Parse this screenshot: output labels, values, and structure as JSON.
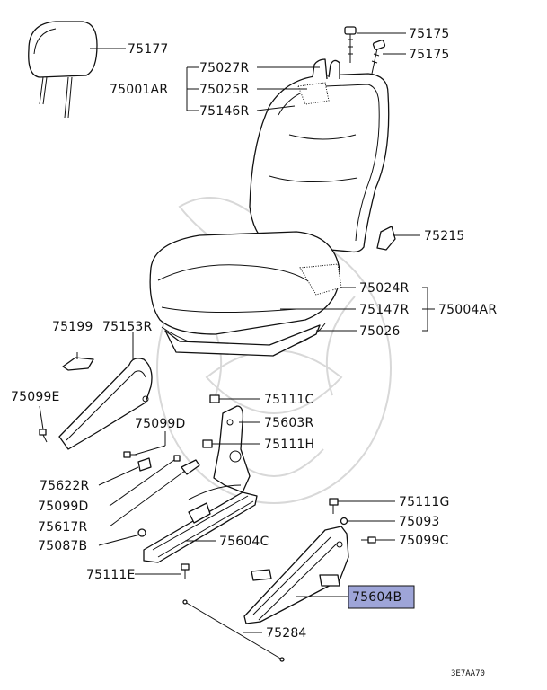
{
  "highlight_color": "#9ea5d8",
  "labels": {
    "p75177": "75177",
    "p75175a": "75175",
    "p75175b": "75175",
    "p75027r": "75027R",
    "p75001ar": "75001AR",
    "p75025r": "75025R",
    "p75146r": "75146R",
    "p75215": "75215",
    "p75024r": "75024R",
    "p75147r": "75147R",
    "p75004ar": "75004AR",
    "p75026": "75026",
    "p75199": "75199",
    "p75153r": "75153R",
    "p75099e": "75099E",
    "p75111c": "75111C",
    "p75603r": "75603R",
    "p75099d_top": "75099D",
    "p75111h": "75111H",
    "p75622r": "75622R",
    "p75099d": "75099D",
    "p75617r": "75617R",
    "p75087b": "75087B",
    "p75604c": "75604C",
    "p75111g": "75111G",
    "p75093": "75093",
    "p75099c": "75099C",
    "p75111e": "75111E",
    "p75604b": "75604B",
    "p75284": "75284"
  },
  "diagram_code": "3E7AA70"
}
